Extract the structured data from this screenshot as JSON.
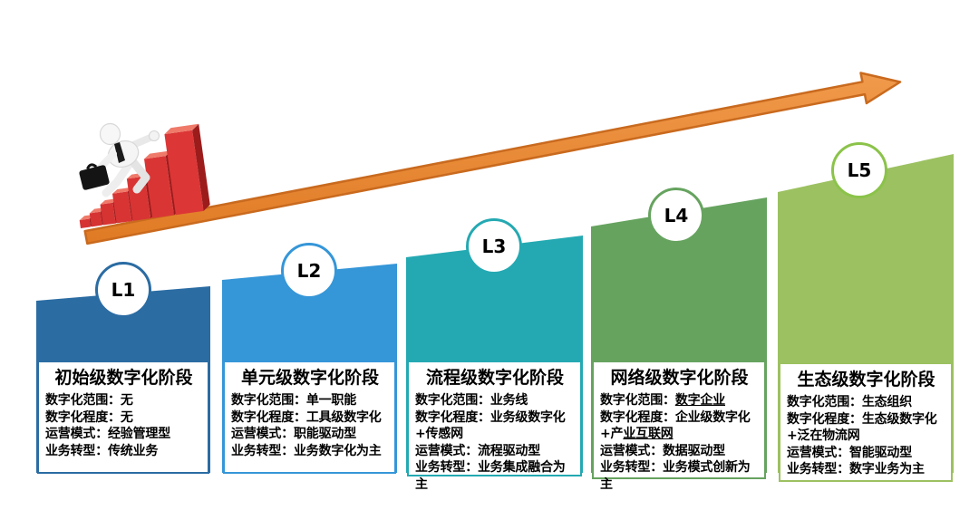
{
  "diagram": {
    "arrow_color": "#e8842f",
    "arrow_border_color": "#c96a1e",
    "stairs_color": "#d63333",
    "stairs_side_color": "#9c1c1c"
  },
  "stages": [
    {
      "level": "L1",
      "color": "#2b6ca3",
      "title": "初始级数字化阶段",
      "details": [
        {
          "label": "数字化范围：",
          "value": "无"
        },
        {
          "label": "数字化程度：",
          "value": "无"
        },
        {
          "label": "运营模式：",
          "value": "经验管理型"
        },
        {
          "label": "业务转型：",
          "value": "传统业务"
        }
      ]
    },
    {
      "level": "L2",
      "color": "#3596d8",
      "title": "单元级数字化阶段",
      "details": [
        {
          "label": "数字化范围：",
          "value": "单一职能"
        },
        {
          "label": "数字化程度：",
          "value": "工具级数字化"
        },
        {
          "label": "运营模式：",
          "value": "职能驱动型"
        },
        {
          "label": "业务转型：",
          "value": "业务数字化为主"
        }
      ]
    },
    {
      "level": "L3",
      "color": "#24a9b2",
      "title": "流程级数字化阶段",
      "details": [
        {
          "label": "数字化范围：",
          "value": "业务线"
        },
        {
          "label": "数字化程度：",
          "value": "业务级数字化+传感网"
        },
        {
          "label": "运营模式：",
          "value": "流程驱动型"
        },
        {
          "label": "业务转型：",
          "value": "业务集成融合为主"
        }
      ]
    },
    {
      "level": "L4",
      "color": "#66a35f",
      "title": "网络级数字化阶段",
      "details": [
        {
          "label": "数字化范围：",
          "value_u": "数字企业"
        },
        {
          "label": "数字化程度：",
          "value": "企业级数字化+产",
          "value_u": "业互联网"
        },
        {
          "label": "运营模式：",
          "value": "数据驱动型"
        },
        {
          "label": "业务转型：",
          "value": "业务模式创新为主"
        }
      ]
    },
    {
      "level": "L5",
      "color": "#9cc161",
      "title": "生态级数字化阶段",
      "details": [
        {
          "label": "数字化范围：",
          "value": "生态组织"
        },
        {
          "label": "数字化程度：",
          "value": "生态级数字化+泛在物流网"
        },
        {
          "label": "运营模式：",
          "value": "智能驱动型"
        },
        {
          "label": "业务转型：",
          "value": "数字业务为主"
        }
      ]
    }
  ]
}
